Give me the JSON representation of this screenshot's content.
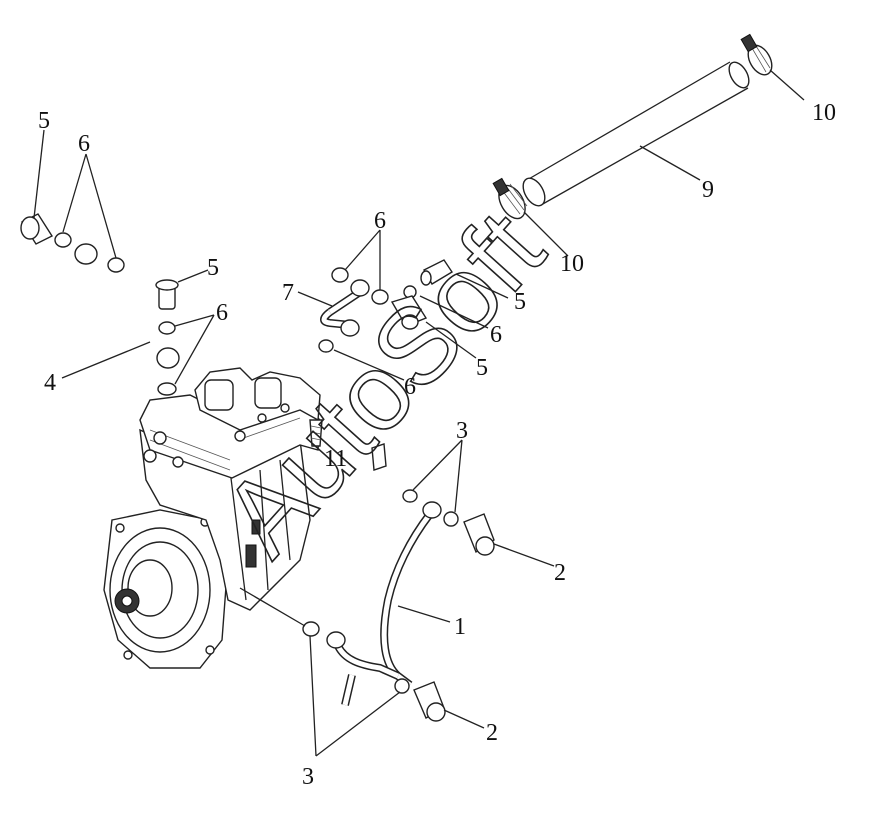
{
  "diagram": {
    "watermark": "AutoSoft",
    "callouts": [
      {
        "id": "c5a",
        "text": "5"
      },
      {
        "id": "c6a",
        "text": "6"
      },
      {
        "id": "c5b",
        "text": "5"
      },
      {
        "id": "c6b",
        "text": "6"
      },
      {
        "id": "c4",
        "text": "4"
      },
      {
        "id": "c6c",
        "text": "6"
      },
      {
        "id": "c7",
        "text": "7"
      },
      {
        "id": "c10a",
        "text": "10"
      },
      {
        "id": "c9",
        "text": "9"
      },
      {
        "id": "c10b",
        "text": "10"
      },
      {
        "id": "c5c",
        "text": "5"
      },
      {
        "id": "c6d",
        "text": "6"
      },
      {
        "id": "c5d",
        "text": "5"
      },
      {
        "id": "c6e",
        "text": "6"
      },
      {
        "id": "c11",
        "text": "11"
      },
      {
        "id": "c3a",
        "text": "3"
      },
      {
        "id": "c2a",
        "text": "2"
      },
      {
        "id": "c1",
        "text": "1"
      },
      {
        "id": "c2b",
        "text": "2"
      },
      {
        "id": "c3b",
        "text": "3"
      }
    ]
  }
}
